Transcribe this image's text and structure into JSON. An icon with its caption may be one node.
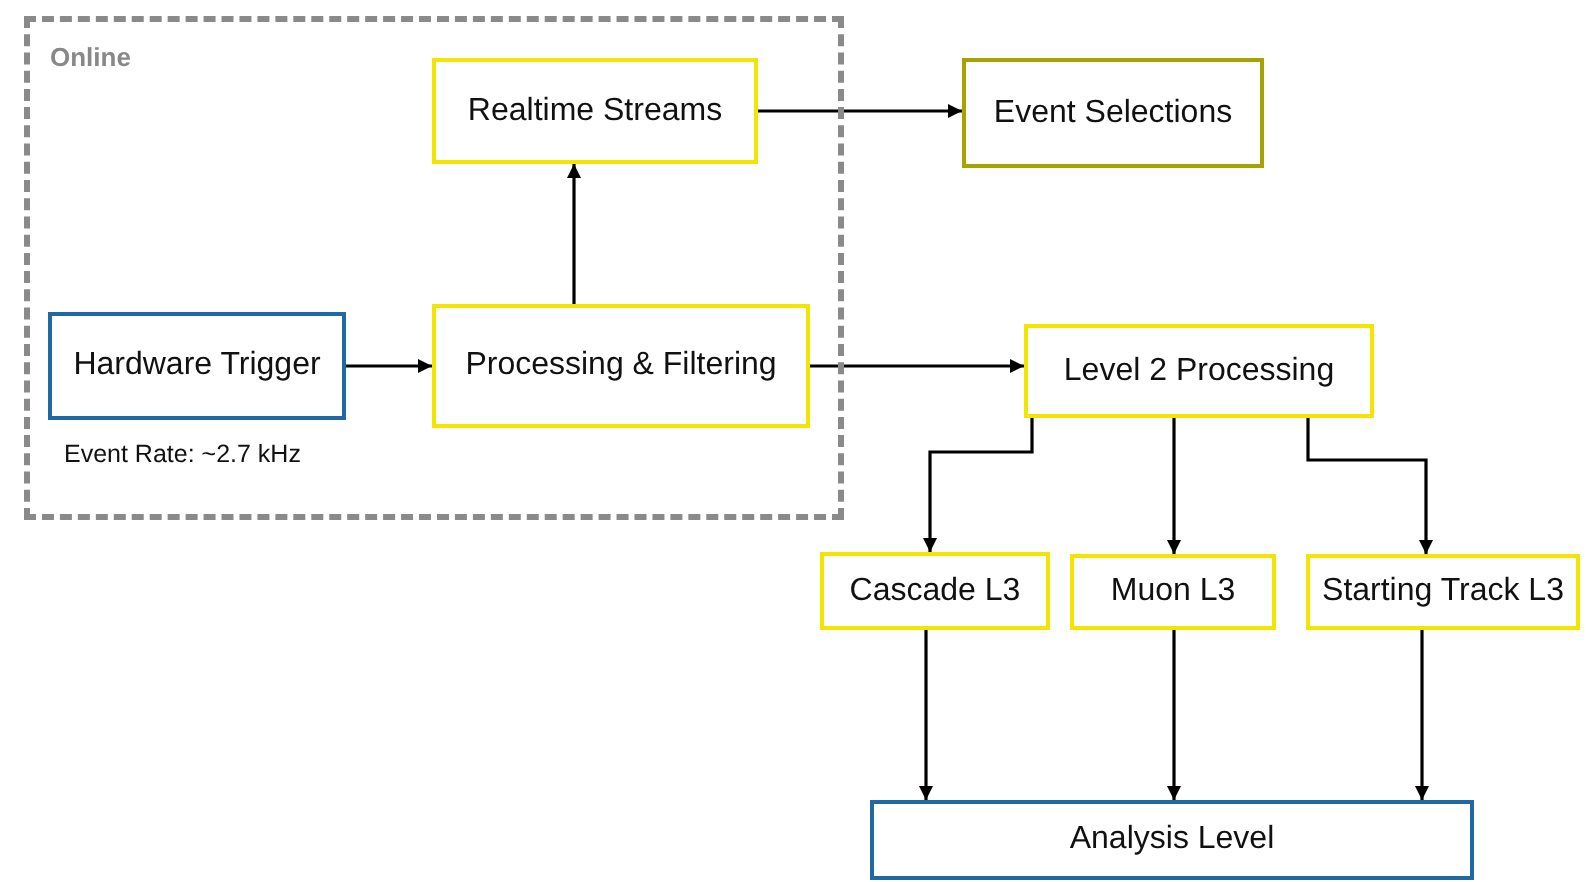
{
  "diagram": {
    "nodes": [
      {
        "text": [
          "Online"
        ]
      },
      {
        "text": [
          "Hardware Trigger"
        ],
        "in": 0,
        "beside": [
          "Event Rate: ~2.7 kHz"
        ]
      },
      {
        "text": [
          "Realtime Streams"
        ],
        "in": 0
      },
      {
        "text": [
          "Processing & Filtering"
        ],
        "in": 0
      },
      {
        "text": [
          "Event Selections"
        ]
      },
      {
        "text": [
          "Level 2 Processing"
        ]
      },
      {
        "text": [
          "Cascade L3"
        ]
      },
      {
        "text": [
          "Muon L3"
        ]
      },
      {
        "text": [
          "Starting Track L3"
        ]
      },
      {
        "text": [
          "Analysis Level"
        ]
      }
    ],
    "edges": [
      {
        "from": 1,
        "to": 3,
        "arrow": "to"
      },
      {
        "from": 3,
        "to": 2,
        "arrow": "to"
      },
      {
        "from": 2,
        "to": 4,
        "arrow": "to"
      },
      {
        "from": 3,
        "to": 5,
        "arrow": "to"
      },
      {
        "from": 5,
        "to": 6,
        "arrow": "to"
      },
      {
        "from": 5,
        "to": 7,
        "arrow": "to"
      },
      {
        "from": 5,
        "to": 8,
        "arrow": "to"
      },
      {
        "from": 6,
        "to": 9,
        "arrow": "to"
      },
      {
        "from": 7,
        "to": 9,
        "arrow": "to"
      },
      {
        "from": 8,
        "to": 9,
        "arrow": "to"
      }
    ]
  }
}
